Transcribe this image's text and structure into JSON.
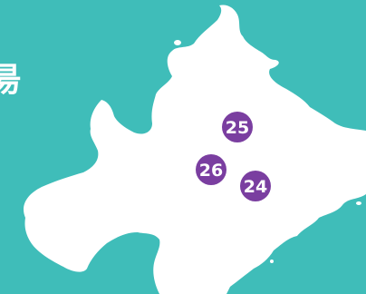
{
  "map": {
    "title_fragment": "昜",
    "background_color": "#3fbdb9",
    "island_color": "#ffffff",
    "marker_color": "#7a3ea0",
    "markers": [
      {
        "id": "marker-25",
        "label": "25"
      },
      {
        "id": "marker-26",
        "label": "26"
      },
      {
        "id": "marker-24",
        "label": "24"
      }
    ]
  }
}
